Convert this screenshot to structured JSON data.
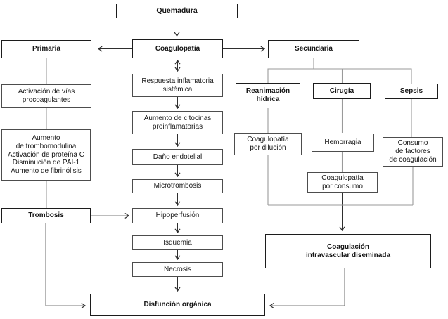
{
  "diagram": {
    "nodes": {
      "quemadura": "Quemadura",
      "primaria": "Primaria",
      "coagulopatia": "Coagulopatía",
      "secundaria": "Secundaria",
      "activacion_vias": "Activación de vías\nprocoagulantes",
      "efectos_primaria": "Aumento\nde trombomodulina\nActivación de proteína C\nDisminución de PAI-1\nAumento de fibrinólisis",
      "trombosis": "Trombosis",
      "respuesta_inflamatoria": "Respuesta inflamatoria\nsistémica",
      "citocinas": "Aumento de citocinas\nproinflamatorias",
      "dano_endotelial": "Daño endotelial",
      "microtrombosis": "Microtrombosis",
      "hipoperfusion": "Hipoperfusión",
      "isquemia": "Isquemia",
      "necrosis": "Necrosis",
      "disfuncion_organica": "Disfunción orgánica",
      "reanimacion_hidrica": "Reanimación\nhídrica",
      "cirugia": "Cirugía",
      "sepsis": "Sepsis",
      "coagulopatia_dilucion": "Coagulopatía\npor dilución",
      "hemorragia": "Hemorragia",
      "consumo_factores": "Consumo\nde factores\nde coagulación",
      "coagulopatia_consumo": "Coagulopatía\npor consumo",
      "cid": "Coagulación\nintravascular diseminada"
    },
    "colors": {
      "background": "#ffffff",
      "box_fill": "#ffffff",
      "box_border": "#4d4d4d",
      "box_border_emphasis": "#1c1c1c",
      "connector_gray": "#9a9a9a",
      "connector_dark": "#2e2e2e",
      "text": "#161616"
    }
  }
}
